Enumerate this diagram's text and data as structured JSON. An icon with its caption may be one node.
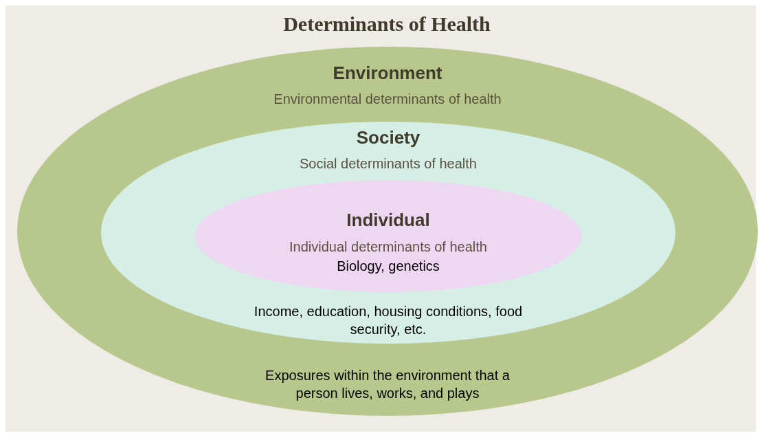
{
  "diagram": {
    "title": "Determinants of Health",
    "nodes": [
      {
        "text": [
          "Environment",
          "Environmental determinants of health",
          "Exposures within the environment that a person lives, works, and plays"
        ]
      },
      {
        "text": [
          "Society",
          "Social determinants of health",
          "Income, education, housing conditions, food security, etc."
        ],
        "in": 0
      },
      {
        "text": [
          "Individual",
          "Individual determinants of health",
          "Biology, genetics"
        ],
        "in": 1
      }
    ]
  }
}
